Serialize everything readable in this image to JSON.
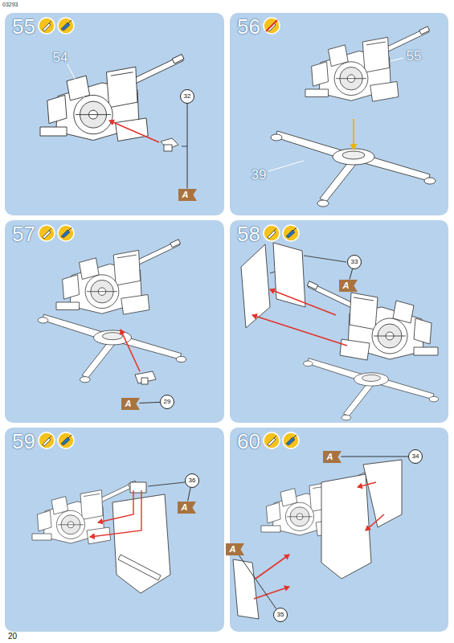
{
  "diagram": {
    "nodes": [
      {
        "text": [
          "55"
        ]
      },
      {
        "text": [
          "32"
        ],
        "in": 0
      },
      {
        "text": [
          "A"
        ],
        "in": 0
      },
      {
        "text": [
          "56"
        ]
      },
      {
        "text": [
          "57"
        ]
      },
      {
        "text": [
          "29"
        ],
        "in": 4
      },
      {
        "text": [
          "A"
        ],
        "in": 4
      },
      {
        "text": [
          "58"
        ]
      },
      {
        "text": [
          "33"
        ],
        "in": 7
      },
      {
        "text": [
          "A"
        ],
        "in": 7
      },
      {
        "text": [
          "59"
        ]
      },
      {
        "text": [
          "36"
        ],
        "in": 10
      },
      {
        "text": [
          "A"
        ],
        "in": 10
      },
      {
        "text": [
          "60"
        ]
      },
      {
        "text": [
          "A"
        ],
        "in": 13
      },
      {
        "text": [
          "34"
        ],
        "in": 13
      },
      {
        "text": [
          "A"
        ],
        "in": 13
      },
      {
        "text": [
          "35"
        ],
        "in": 13
      }
    ],
    "edges": [
      {
        "from": 1,
        "to": 2,
        "arrow": "none"
      },
      {
        "from": 5,
        "to": 6,
        "arrow": "none"
      },
      {
        "from": 8,
        "to": 9,
        "arrow": "none"
      },
      {
        "from": 11,
        "to": 12,
        "arrow": "none"
      },
      {
        "from": 15,
        "to": 14,
        "arrow": "none"
      },
      {
        "from": 17,
        "to": 16,
        "arrow": "none"
      }
    ],
    "labels": [
      "03293",
      "54",
      "55",
      "39",
      "20"
    ]
  }
}
